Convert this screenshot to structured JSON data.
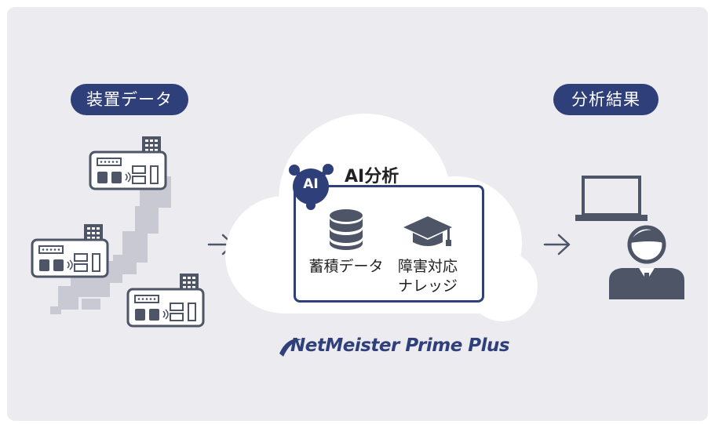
{
  "labels": {
    "device_data": "装置データ",
    "analysis_result": "分析結果",
    "ai_badge": "AI",
    "ai_analysis": "AI分析",
    "accumulated_data": "蓄積データ",
    "knowledge_line1": "障害対応",
    "knowledge_line2": "ナレッジ",
    "brand": "NetMeister Prime Plus"
  },
  "icons": [
    "building-icon",
    "router-device-icon",
    "japan-map",
    "arrow-right-icon",
    "cloud-shape",
    "ai-badge-icon",
    "database-icon",
    "graduation-cap-icon",
    "laptop-icon",
    "person-icon"
  ],
  "colors": {
    "accent": "#2e3f7a",
    "icon": "#4e5567",
    "map": "#c9c9d3",
    "panel": "#ebebf0"
  }
}
